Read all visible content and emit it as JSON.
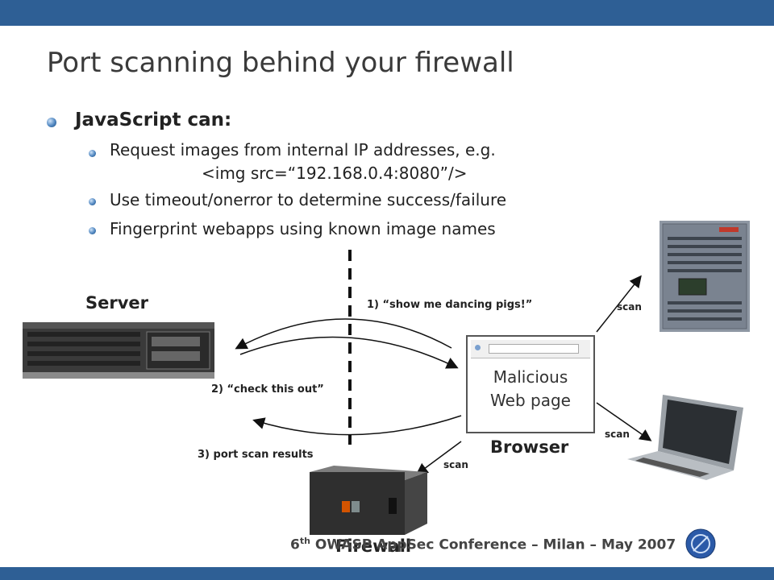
{
  "slide": {
    "title": "Port scanning behind your firewall",
    "bullet_main": "JavaScript can:",
    "sub_bullets": [
      "Request images from internal IP addresses, e.g.",
      "Use timeout/onerror to determine success/failure",
      "Fingerprint webapps using known image names"
    ],
    "code_example": "<img src=“192.168.0.4:8080”/>"
  },
  "diagram": {
    "server_label": "Server",
    "browser_label": "Browser",
    "firewall_label": "Firewall",
    "malicious_line1": "Malicious",
    "malicious_line2": "Web page",
    "msg1": "1) “show me dancing pigs!”",
    "msg2": "2) “check this out”",
    "msg3": "3) port scan results",
    "scan_labels": [
      "scan",
      "scan",
      "scan"
    ]
  },
  "footer": {
    "sup": "th",
    "prefix": "6",
    "text": " OWASP AppSec Conference – Milan – May 2007"
  },
  "colors": {
    "bar": "#2e5f95",
    "text": "#222222"
  }
}
